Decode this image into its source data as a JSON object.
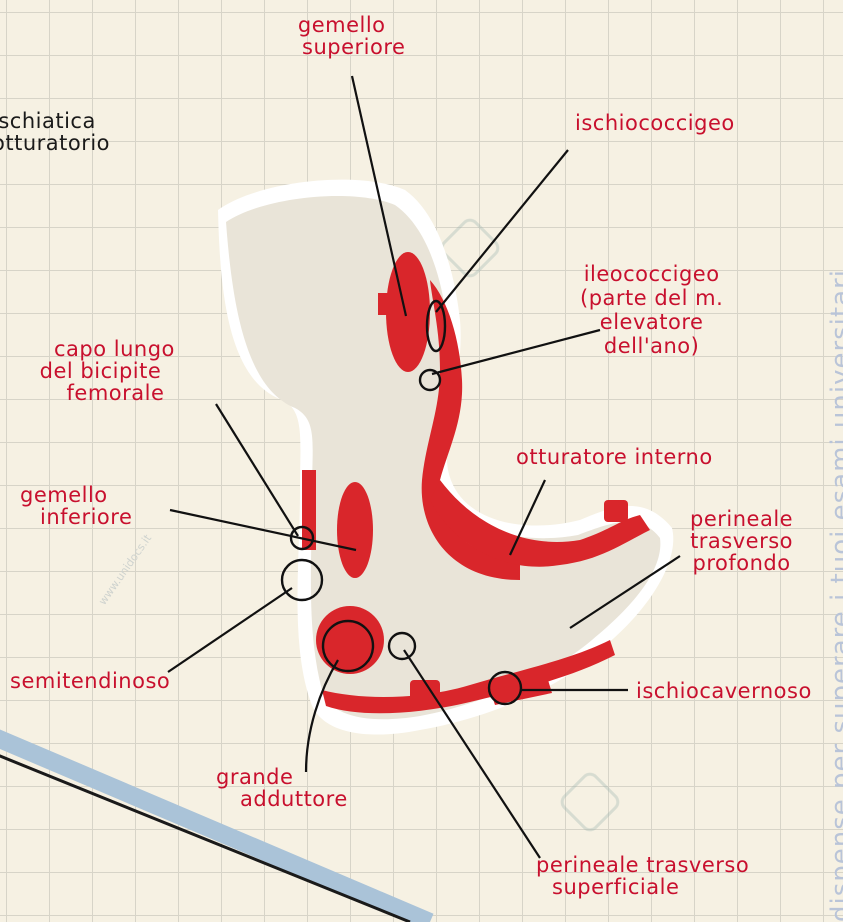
{
  "labels": {
    "gemello_superiore": [
      "gemello",
      "superiore"
    ],
    "ischiatica": [
      "ischiatica",
      "otturatorio"
    ],
    "ischiococcigeo": "ischiococcigeo",
    "ileococcigeo": [
      "ileococcigeo",
      "(parte del m.",
      "elevatore",
      "dell'ano)"
    ],
    "capo_lungo": [
      "capo lungo",
      "del bicipite",
      "femorale"
    ],
    "otturatore_interno": "otturatore interno",
    "gemello_inferiore": [
      "gemello",
      "inferiore"
    ],
    "perineale_trasverso_profondo": [
      "perineale",
      "trasverso",
      "profondo"
    ],
    "semitendinoso": "semitendinoso",
    "ischiocavernoso": "ischiocavernoso",
    "grande_adduttore": [
      "grande",
      "adduttore"
    ],
    "perineale_trasverso_superficiale": [
      "perineale trasverso",
      "superficiale"
    ]
  },
  "watermark": {
    "side_text": "dispense per superare i tuoi esami universitari",
    "site": "www.unidocs.it"
  },
  "colors": {
    "label": "#c8102e",
    "muscle": "#d9262b",
    "bone": "#e9e4d8",
    "paper": "#f6f1e3",
    "grid": "#d7d4c8",
    "watermark": "#b9c4d8"
  }
}
